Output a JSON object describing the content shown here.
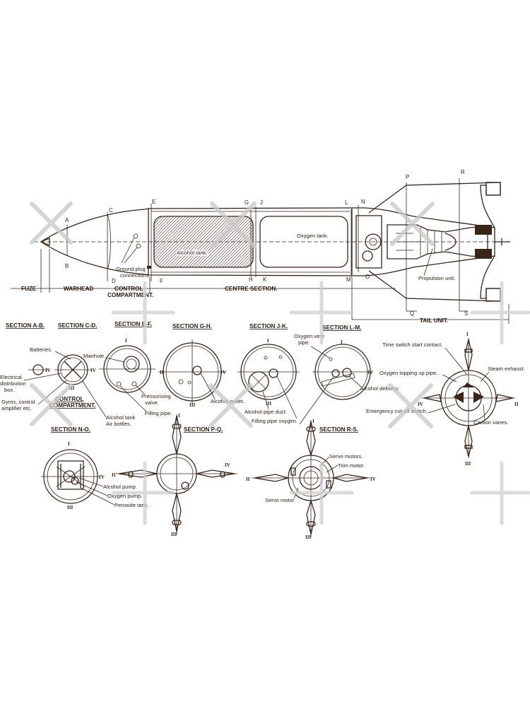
{
  "labels": {
    "fuze": "FUZE",
    "warhead": "WARHEAD",
    "control_compartment_1": "CONTROL",
    "control_compartment_2": "COMPARTMENT.",
    "centre_section": "CENTRE SECTION.",
    "tail_unit": "TAIL UNIT.",
    "alcohol_tank": "Alcohol tank.",
    "oxygen_tank": "Oxygen tank.",
    "ground_plug_1": "Ground plug",
    "ground_plug_2": "connections.",
    "propulsion_unit": "Propulsion unit.",
    "batteries": "Batteries.",
    "electrical_1": "Electrical",
    "electrical_2": "distribution",
    "electrical_3": "box.",
    "gyros_1": "Gyros, control",
    "gyros_2": "amplifier etc.",
    "manhole": "Manhole.",
    "pressurising_1": "Pressurising",
    "pressurising_2": "valve.",
    "filling_pipe": "Filling pipe.",
    "alcohol_tank_air_1": "Alcohol tank",
    "alcohol_tank_air_2": "Air bottles.",
    "alcohol_outlet": "Alcohol outlet.",
    "alcohol_pipe_duct": "Alcohol pipe duct.",
    "filling_pipe_oxygen": "Filling pipe oxygen.",
    "oxygen_vent_1": "Oxygen vent",
    "oxygen_vent_2": "pipe.",
    "alcohol_delivery": "Alcohol delivery.",
    "time_switch": "Time switch start contact.",
    "oxygen_topping": "Oxygen topping up pipe.",
    "steam_exhaust": "Steam exhaust.",
    "emergency_cutoff": "Emergency cut-off switch.",
    "carbon_vanes": "Carbon vanes.",
    "alcohol_pump": "Alcohol pump.",
    "oxygen_pump": "Oxygen pump.",
    "peroxide_tank": "Peroxide tank.",
    "servo_motors": "Servo motors.",
    "trim_motor": "Trim motor.",
    "servo_motor": "Servo motor."
  },
  "sections": {
    "ab": "SECTION A-B.",
    "cd": "SECTION C-D.",
    "ef": "SECTION E-F.",
    "gh": "SECTION G-H.",
    "jk": "SECTION J-K.",
    "lm": "SECTION L-M.",
    "no": "SECTION N-O.",
    "pq": "SECTION P-Q.",
    "rs": "SECTION R-S."
  },
  "letters": {
    "a": "A",
    "b": "B",
    "c": "C",
    "d": "D",
    "e": "E",
    "f": "F",
    "g": "G",
    "h": "H",
    "j": "J",
    "k": "K",
    "l": "L",
    "m": "M",
    "n": "N",
    "o": "O",
    "p": "P",
    "q": "Q",
    "r": "R",
    "s": "S"
  },
  "roman": {
    "i": "I",
    "ii": "II",
    "iii": "III",
    "iv": "IV"
  },
  "colors": {
    "ink": "#3a2418",
    "paper": "#ffffff",
    "watermark": "#c8c8c8"
  }
}
